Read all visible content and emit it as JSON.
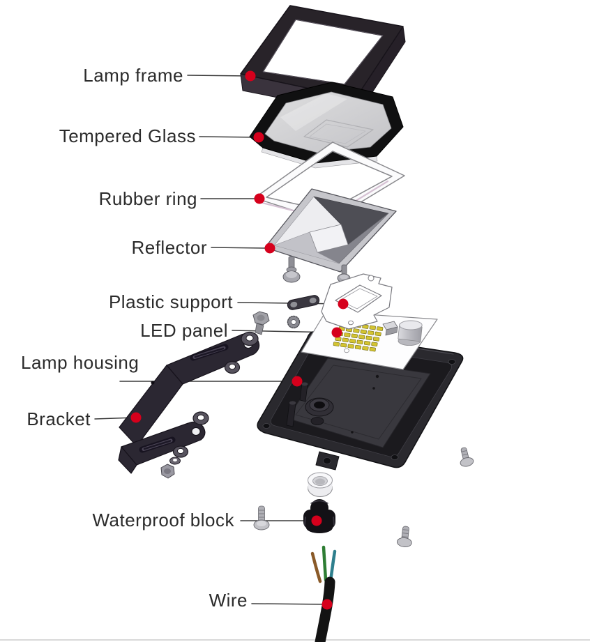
{
  "diagram": {
    "type": "exploded-parts-diagram",
    "labels": [
      {
        "text": "Lamp frame"
      },
      {
        "text": "Tempered Glass"
      },
      {
        "text": "Rubber ring"
      },
      {
        "text": "Reflector"
      },
      {
        "text": "Plastic support"
      },
      {
        "text": "LED panel"
      },
      {
        "text": "Lamp housing"
      },
      {
        "text": "Bracket"
      },
      {
        "text": "Waterproof block"
      },
      {
        "text": "Wire"
      }
    ],
    "led_grid": {
      "rows": 5,
      "cols": 6
    },
    "colors": {
      "callout_dot": "#d6001c",
      "leader_line": "#3a3a3a",
      "label_text": "#2b2b2b",
      "led_chip": "#d4c430",
      "wire_brown": "#8a5a28",
      "wire_green": "#2e7d33",
      "wire_blue": "#2e7f8d"
    }
  }
}
